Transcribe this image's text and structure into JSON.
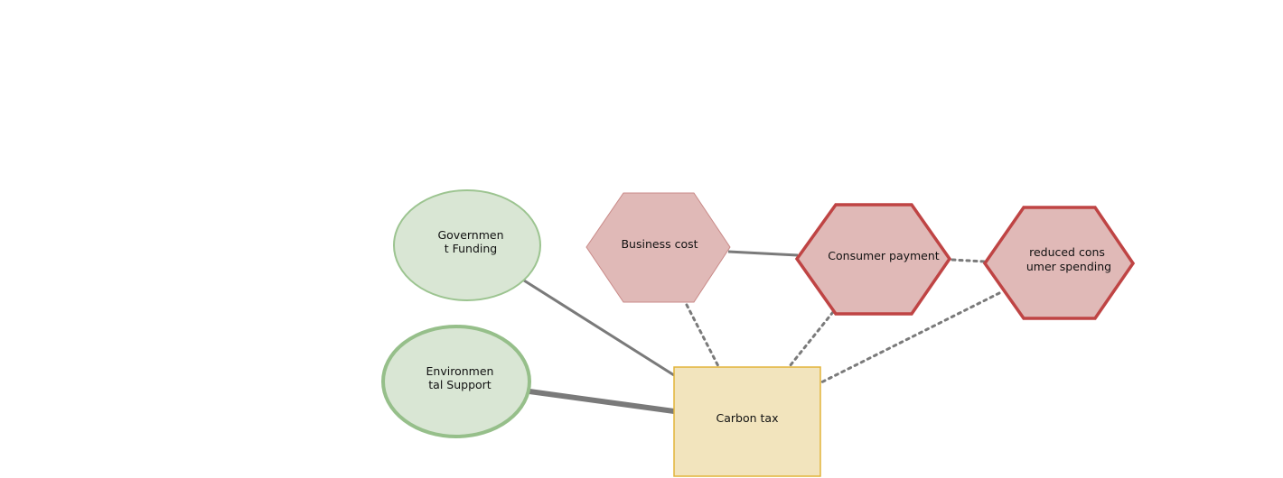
{
  "nodes": {
    "government_funding": {
      "label_lines": [
        "Governmen",
        "t Funding"
      ],
      "shape": "ellipse",
      "fill": "#d9e6d4",
      "stroke": "#9cc490"
    },
    "environmental_support": {
      "label_lines": [
        "Environmen",
        "tal Support"
      ],
      "shape": "ellipse",
      "fill": "#d9e6d4",
      "stroke": "#96bf8a"
    },
    "business_cost": {
      "label_lines": [
        "Business cost"
      ],
      "shape": "hexagon",
      "fill": "#e0b9b7",
      "stroke": "#c98a88"
    },
    "consumer_payment": {
      "label_lines": [
        "Consumer payment"
      ],
      "shape": "hexagon",
      "fill": "#e0b9b7",
      "stroke": "#bf4444"
    },
    "reduced_consumer_spending": {
      "label_lines": [
        "reduced cons",
        "umer spending"
      ],
      "shape": "hexagon",
      "fill": "#e0b9b7",
      "stroke": "#bf4444"
    },
    "carbon_tax": {
      "label_lines": [
        "Carbon tax"
      ],
      "shape": "rectangle",
      "fill": "#f2e4bd",
      "stroke": "#e2b43a"
    }
  },
  "edges": [
    {
      "from": "government_funding",
      "to": "carbon_tax",
      "style": "solid"
    },
    {
      "from": "environmental_support",
      "to": "carbon_tax",
      "style": "solid-thick"
    },
    {
      "from": "business_cost",
      "to": "consumer_payment",
      "style": "solid"
    },
    {
      "from": "business_cost",
      "to": "carbon_tax",
      "style": "dotted"
    },
    {
      "from": "consumer_payment",
      "to": "carbon_tax",
      "style": "dotted"
    },
    {
      "from": "consumer_payment",
      "to": "reduced_consumer_spending",
      "style": "dotted"
    },
    {
      "from": "reduced_consumer_spending",
      "to": "carbon_tax",
      "style": "dotted"
    }
  ],
  "edge_color": "#7a7a7a"
}
